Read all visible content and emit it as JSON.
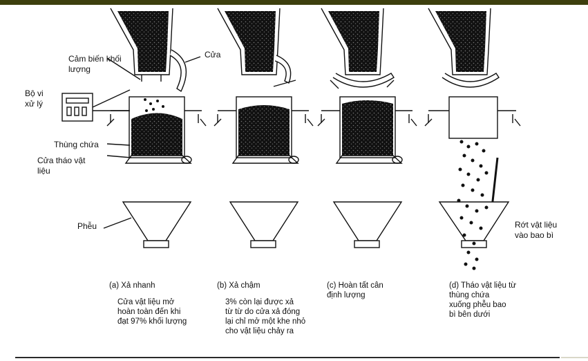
{
  "labels": {
    "sensor": "Cảm biến khối\nlượng",
    "gate": "Cửa",
    "processor": "Bộ vi\nxử lý",
    "container": "Thùng chứa",
    "discharge_gate": "Cửa tháo vật\nliệu",
    "funnel": "Phễu",
    "drop": "Rớt vật liệu\nvào bao bì"
  },
  "steps": [
    {
      "title": "(a)  Xả nhanh",
      "text": "Cửa vật liệu mở\nhoàn toàn đến khi\nđạt 97% khối lượng"
    },
    {
      "title": "(b)  Xả chậm",
      "text": "3% còn lại được xả\ntừ từ do cửa xả đóng\nlại chỉ mở một  khe nhỏ\ncho vật liệu chảy ra"
    },
    {
      "title": "(c)  Hoàn tất cân\n       định lượng",
      "text": ""
    },
    {
      "title": "(d)  Tháo vật liệu từ\n       thùng chứa\n       xuống phễu bao\n       bì bên dưới",
      "text": ""
    }
  ],
  "colors": {
    "ink": "#111111",
    "frame": "#3d3f0e"
  }
}
